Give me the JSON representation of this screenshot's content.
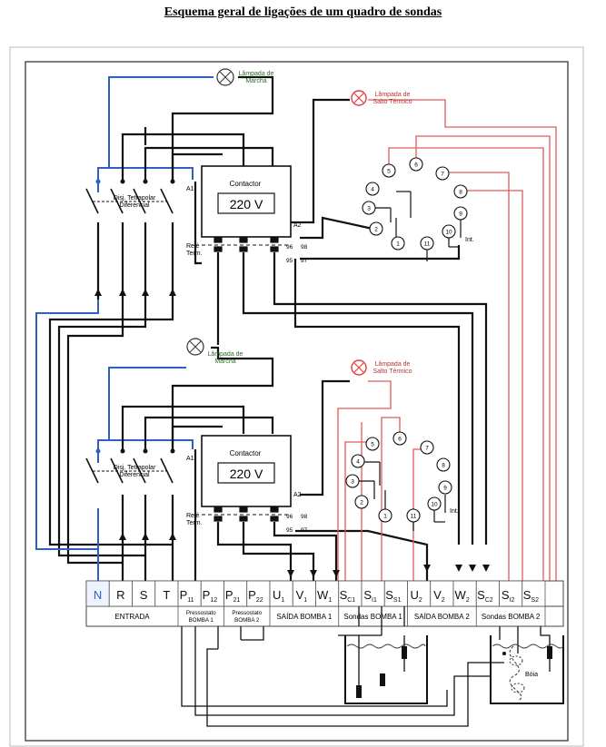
{
  "title": "Esquema geral de ligações de um quadro de sondas",
  "upper": {
    "lamp_marcha": [
      "Lâmpada de",
      "Marcha"
    ],
    "lamp_termico": [
      "Lâmpada de",
      "Salto Térmico"
    ],
    "disj": [
      "Disj. Tetrapolar",
      "Diferencial"
    ],
    "contactor": "Contactor",
    "voltage": "220 V",
    "a1": "A1",
    "a2": "A2",
    "rele": [
      "Relé",
      "Term."
    ],
    "c96": "96",
    "c98": "98",
    "c95": "95",
    "c97": "97",
    "int": "Int.",
    "pins": [
      "1",
      "2",
      "3",
      "4",
      "5",
      "6",
      "7",
      "8",
      "9",
      "10",
      "11"
    ]
  },
  "lower": {
    "lamp_marcha": [
      "Lâmpada de",
      "Marcha"
    ],
    "lamp_termico": [
      "Lâmpada de",
      "Salto Térmico"
    ],
    "disj": [
      "Disj. Tetrapolar",
      "Diferencial"
    ],
    "contactor": "Contactor",
    "voltage": "220 V",
    "a1": "A1",
    "a2": "A2",
    "rele": [
      "Relé",
      "Term."
    ],
    "c96": "96",
    "c98": "98",
    "c95": "95",
    "c97": "97",
    "int": "Int.",
    "pins": [
      "1",
      "2",
      "3",
      "4",
      "5",
      "6",
      "7",
      "8",
      "9",
      "10",
      "11"
    ]
  },
  "terminals": [
    {
      "main": "N",
      "sub": ""
    },
    {
      "main": "R",
      "sub": ""
    },
    {
      "main": "S",
      "sub": ""
    },
    {
      "main": "T",
      "sub": ""
    },
    {
      "main": "P",
      "sub": "11"
    },
    {
      "main": "P",
      "sub": "12"
    },
    {
      "main": "P",
      "sub": "21"
    },
    {
      "main": "P",
      "sub": "22"
    },
    {
      "main": "U",
      "sub": "1"
    },
    {
      "main": "V",
      "sub": "1"
    },
    {
      "main": "W",
      "sub": "1"
    },
    {
      "main": "S",
      "sub": "C1"
    },
    {
      "main": "S",
      "sub": "I1"
    },
    {
      "main": "S",
      "sub": "S1"
    },
    {
      "main": "U",
      "sub": "2"
    },
    {
      "main": "V",
      "sub": "2"
    },
    {
      "main": "W",
      "sub": "2"
    },
    {
      "main": "S",
      "sub": "C2"
    },
    {
      "main": "S",
      "sub": "I2"
    },
    {
      "main": "S",
      "sub": "S2"
    }
  ],
  "groups": {
    "entrada": "ENTRADA",
    "press1": [
      "Pressostato",
      "BOMBA 1"
    ],
    "press2": [
      "Pressostato",
      "BOMBA 2"
    ],
    "saida1": "SAÍDA BOMBA 1",
    "sondas1": "Sondas BOMBA 1",
    "saida2": "SAÍDA BOMBA 2",
    "sondas2": "Sondas BOMBA 2"
  },
  "boia": "Bóia",
  "colors": {
    "line": "#000000",
    "neutral": "#2f5fc0",
    "probe": "#e05050",
    "lamp": "#e04040",
    "frame": "#444444"
  }
}
